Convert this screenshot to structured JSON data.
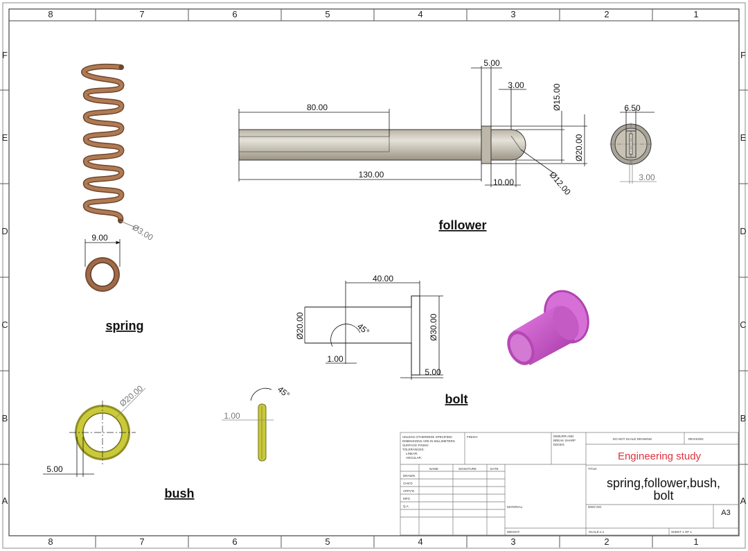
{
  "zones": {
    "cols": [
      "8",
      "7",
      "6",
      "5",
      "4",
      "3",
      "2",
      "1"
    ],
    "rows": [
      "F",
      "E",
      "D",
      "C",
      "B",
      "A"
    ]
  },
  "views": {
    "spring": {
      "label": "spring",
      "dim_diameter": "Ø3.00",
      "dim_width": "9.00"
    },
    "follower": {
      "label": "follower",
      "dim_80": "80.00",
      "dim_130": "130.00",
      "dim_5": "5.00",
      "dim_3": "3.00",
      "dim_dia15": "Ø15.00",
      "dim_dia20": "Ø20.00",
      "dim_10": "10.00",
      "dim_dia12": "Ø12.00",
      "dim_650": "6.50",
      "dim_end3": "3.00"
    },
    "bolt": {
      "label": "bolt",
      "dim_40": "40.00",
      "dim_dia20": "Ø20.00",
      "dim_dia30": "Ø30.00",
      "dim_45": "45°",
      "dim_1": "1.00",
      "dim_5": "5.00"
    },
    "bush": {
      "label": "bush",
      "dim_dia20": "Ø20.00",
      "dim_5": "5.00",
      "dim_1": "1.00",
      "dim_45": "45°"
    }
  },
  "title_block": {
    "notes": [
      "UNLESS OTHERWISE SPECIFIED:",
      "DIMENSIONS ARE IN MILLIMETERS",
      "SURFACE FINISH:",
      "TOLERANCES:",
      "LINEAR:",
      "ANGULAR:"
    ],
    "finish": "FINISH:",
    "deburr": [
      "DEBURR AND",
      "BREAK SHARP",
      "EDGES"
    ],
    "no_scale": "DO NOT SCALE DRAWING",
    "revision": "REVISION",
    "company": "Engineering study",
    "title_label": "TITLE:",
    "title_line1": "spring,follower,bush,",
    "title_line2": "bolt",
    "col_name": "NAME",
    "col_signature": "SIGNATURE",
    "col_date": "DATE",
    "rows": [
      "DRAWN",
      "CHK'D",
      "APPV'D",
      "MFG",
      "Q.A"
    ],
    "material": "MATERIAL:",
    "dwg_no": "DWG NO.",
    "size": "A3",
    "weight": "WEIGHT:",
    "scale": "SCALE:1:1",
    "sheet": "SHEET 1 OF 1"
  },
  "colors": {
    "spring": "#b07a52",
    "bush": "#c9c93a",
    "bolt_3d": "#cc55cc",
    "follower": "#c8c2b4",
    "company_text": "#e0313b"
  }
}
